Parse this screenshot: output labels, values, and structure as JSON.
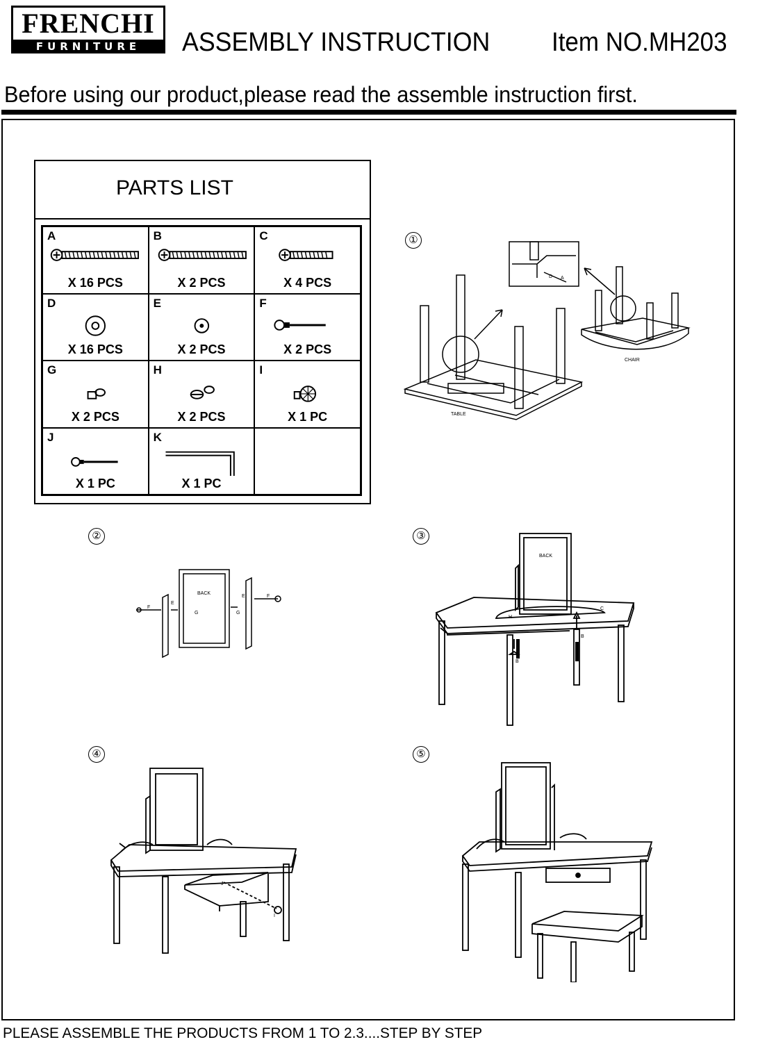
{
  "header": {
    "brand_top": "FRENCHI",
    "brand_bottom": "FURNITURE",
    "title": "ASSEMBLY INSTRUCTION",
    "item_no": "Item NO.MH203"
  },
  "notice": "Before using our product,please read the assemble instruction first.",
  "parts_list": {
    "title": "PARTS LIST",
    "parts": [
      {
        "letter": "A",
        "qty": "X 16 PCS"
      },
      {
        "letter": "B",
        "qty": "X 2 PCS"
      },
      {
        "letter": "C",
        "qty": "X 4 PCS"
      },
      {
        "letter": "D",
        "qty": "X 16 PCS"
      },
      {
        "letter": "E",
        "qty": "X 2 PCS"
      },
      {
        "letter": "F",
        "qty": "X 2 PCS"
      },
      {
        "letter": "G",
        "qty": "X 2 PCS"
      },
      {
        "letter": "H",
        "qty": "X 2 PCS"
      },
      {
        "letter": "I",
        "qty": "X 1 PC"
      },
      {
        "letter": "J",
        "qty": "X 1 PC"
      },
      {
        "letter": "K",
        "qty": "X 1 PC"
      }
    ]
  },
  "steps": {
    "s1": {
      "num": "①",
      "table_label": "TABLE",
      "chair_label": "CHAIR",
      "inset_d": "D",
      "inset_a": "A"
    },
    "s2": {
      "num": "②",
      "back_label": "BACK",
      "f": "F",
      "e": "E",
      "g": "G"
    },
    "s3": {
      "num": "③",
      "back_label": "BACK",
      "h": "H",
      "c": "C",
      "b": "B"
    },
    "s4": {
      "num": "④",
      "j": "J",
      "i": "I"
    },
    "s5": {
      "num": "⑤"
    }
  },
  "footer": "PLEASE ASSEMBLE THE PRODUCTS FROM 1 TO 2.3....STEP BY STEP"
}
